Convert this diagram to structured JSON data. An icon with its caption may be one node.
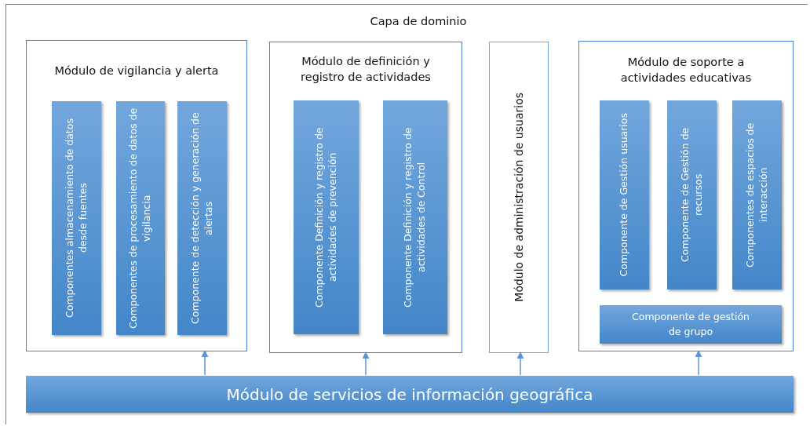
{
  "diagram": {
    "nodes": [
      {
        "text": [
          "Capa de dominio"
        ]
      },
      {
        "text": [
          "Módulo de vigilancia y alerta"
        ],
        "in": 0
      },
      {
        "text": [
          "Componentes almacenamiento de datos desde fuentes"
        ],
        "in": 1
      },
      {
        "text": [
          "Componentes de procesamiento de datos de vigilancia"
        ],
        "in": 1
      },
      {
        "text": [
          "Componente de detección y generación de alertas"
        ],
        "in": 1
      },
      {
        "text": [
          "Módulo de definición y registro de actividades"
        ],
        "in": 0
      },
      {
        "text": [
          "Componente Definición y registro de actividades de prevención"
        ],
        "in": 5
      },
      {
        "text": [
          "Componente Definición y registro de actividades de Control"
        ],
        "in": 5
      },
      {
        "text": [
          "Módulo de administración de usuarios"
        ],
        "in": 0
      },
      {
        "text": [
          "Módulo de soporte a actividades educativas"
        ],
        "in": 0
      },
      {
        "text": [
          "Componente de Gestión usuarios"
        ],
        "in": 9
      },
      {
        "text": [
          "Componente de Gestión de recursos"
        ],
        "in": 9
      },
      {
        "text": [
          "Componentes de espacios de interacción"
        ],
        "in": 9
      },
      {
        "text": [
          "Componente de gestión de grupo"
        ],
        "in": 9
      },
      {
        "text": [
          "Módulo de servicios de información geográfica"
        ],
        "in": 0
      }
    ],
    "edges": [
      {
        "from": 14,
        "to": 1,
        "arrow": "to"
      },
      {
        "from": 14,
        "to": 5,
        "arrow": "to"
      },
      {
        "from": 14,
        "to": 8,
        "arrow": "to"
      },
      {
        "from": 14,
        "to": 9,
        "arrow": "to"
      }
    ]
  }
}
